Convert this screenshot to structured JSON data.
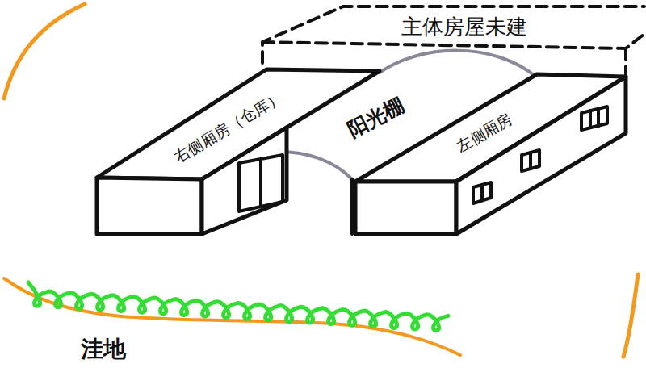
{
  "diagram": {
    "nodes": [
      {
        "text": [
          "主体房屋未建"
        ]
      },
      {
        "text": [
          "右侧厢房（仓库）"
        ]
      },
      {
        "text": [
          "阳光棚"
        ]
      },
      {
        "text": [
          "左侧厢房"
        ]
      }
    ],
    "labels": [
      "洼地"
    ]
  }
}
